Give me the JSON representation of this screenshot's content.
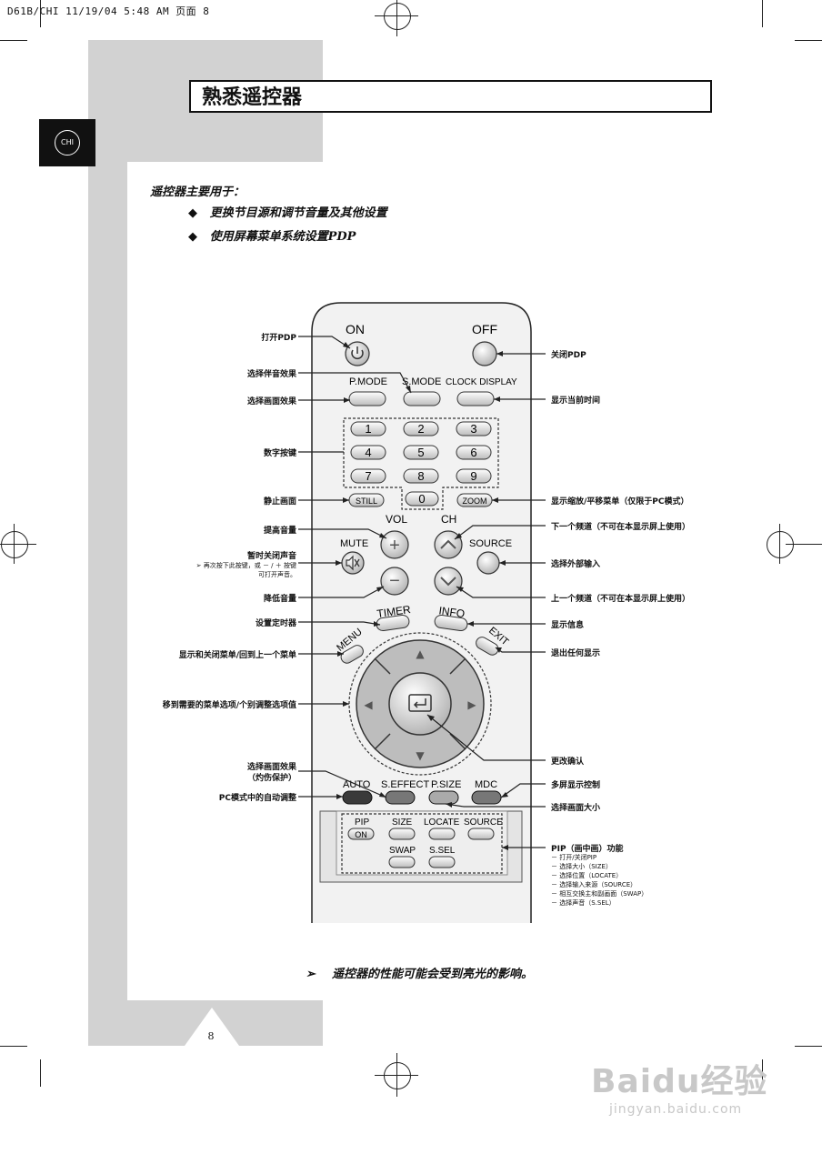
{
  "print_header": "D61B/CHI  11/19/04  5:48 AM  页面 8",
  "page_title": "熟悉遥控器",
  "lang_tab": "CHI",
  "intro": "遥控器主要用于：",
  "bullets": [
    "更换节目源和调节音量及其他设置",
    "使用屏幕菜单系统设置PDP"
  ],
  "bullet_glyph": "◆",
  "note_arrow": "➢",
  "note": "遥控器的性能可能会受到亮光的影响。",
  "page_number": "8",
  "watermark": {
    "brand": "Baidu经验",
    "url": "jingyan.baidu.com"
  },
  "remote": {
    "on": "ON",
    "off": "OFF",
    "power_icon": "power-icon",
    "pmode": "P.MODE",
    "smode": "S.MODE",
    "clock": "CLOCK DISPLAY",
    "digits": [
      "1",
      "2",
      "3",
      "4",
      "5",
      "6",
      "7",
      "8",
      "9"
    ],
    "zero": "0",
    "still": "STILL",
    "zoom": "ZOOM",
    "vol": "VOL",
    "ch": "CH",
    "mute": "MUTE",
    "source": "SOURCE",
    "timer": "TIMER",
    "info": "INFO",
    "menu": "MENU",
    "exit": "EXIT",
    "auto": "AUTO",
    "seffect": "S.EFFECT",
    "psize": "P.SIZE",
    "mdc": "MDC",
    "pip": "PIP",
    "pip_on": "ON",
    "size": "SIZE",
    "locate": "LOCATE",
    "pip_source": "SOURCE",
    "swap": "SWAP",
    "ssel": "S.SEL",
    "plus": "+",
    "minus": "−",
    "up": "▲",
    "down": "▼",
    "left": "◀",
    "right": "▶"
  },
  "labels_left": {
    "power_on": "打开PDP",
    "sound_effect": "选择伴音效果",
    "picture_effect": "选择画面效果",
    "number_keys": "数字按键",
    "still": "静止画面",
    "vol_up": "提高音量",
    "mute": "暂时关闭声音",
    "mute_note": "➢  再次按下此按键，或 － / ＋ 按键",
    "mute_note2": "可打开声音。",
    "vol_down": "降低音量",
    "timer": "设置定时器",
    "menu": "显示和关闭菜单/回到上一个菜单",
    "navigate": "移到需要的菜单选项/个别调整选项值",
    "seffect1": "选择画面效果",
    "seffect2": "（灼伤保护）",
    "auto": "PC模式中的自动调整"
  },
  "labels_right": {
    "power_off": "关闭PDP",
    "clock": "显示当前时间",
    "zoom": "显示缩放/平移菜单（仅限于PC模式）",
    "ch_up": "下一个频道（不可在本显示屏上使用）",
    "source": "选择外部输入",
    "ch_down": "上一个频道（不可在本显示屏上使用）",
    "info": "显示信息",
    "exit": "退出任何显示",
    "enter": "更改确认",
    "mdc": "多屏显示控制",
    "psize": "选择画面大小",
    "pip_title": "PIP（画中画）功能",
    "pip_items": [
      "－ 打开/关闭PIP",
      "－ 选择大小（SIZE）",
      "－ 选择位置（LOCATE）",
      "－ 选择输入来源（SOURCE）",
      "－ 相互交换主和副画面（SWAP）",
      "－ 选择声音（S.SEL）"
    ]
  }
}
